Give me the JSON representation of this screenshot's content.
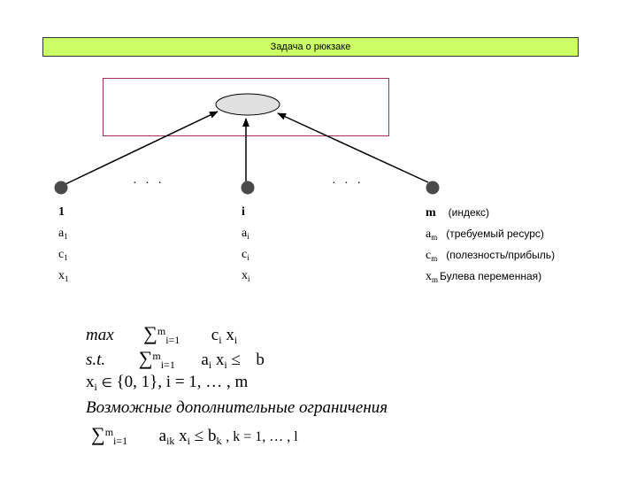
{
  "title": "Задача о рюкзаке",
  "dots": "· · ·",
  "items": [
    {
      "index": "1",
      "a": "a",
      "a_sub": "1",
      "c": "c",
      "c_sub": "1",
      "x": "x",
      "x_sub": "1"
    },
    {
      "index": "i",
      "a": "a",
      "a_sub": "i",
      "c": "c",
      "c_sub": "i",
      "x": "x",
      "x_sub": "i"
    },
    {
      "index": "m",
      "a": "a",
      "a_sub": "m",
      "c": "c",
      "c_sub": "m",
      "x": "x",
      "x_sub": "m"
    }
  ],
  "legend": {
    "index": "(индекс)",
    "resource": "(требуемый ресурс)",
    "utility": "(полезность/прибыль)",
    "boolean": "Булева переменная)"
  },
  "formulas": {
    "max": "max",
    "st": "s.t.",
    "sum": "∑",
    "sum_sup": "m",
    "sum_sub": "i=1",
    "c": "c",
    "x": "x",
    "a": "a",
    "i": "i",
    "leq": "≤",
    "b": "b",
    "in": "∈",
    "domain": "{0, 1},  i = 1, … , m",
    "extra": "Возможные дополнительные ограничения",
    "aik": "a",
    "aik_sub": "ik",
    "bk": "b",
    "bk_sub": "k",
    "krange": ",  k = 1, … , l"
  },
  "colors": {
    "title_bg": "#ccff66",
    "box_border": "#a0305a",
    "node": "#4a4a4a"
  }
}
